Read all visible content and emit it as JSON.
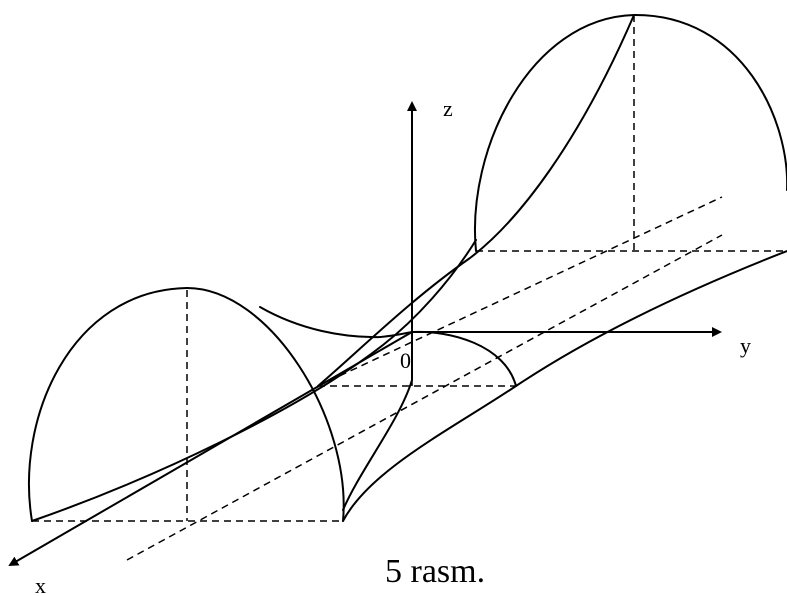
{
  "figure": {
    "axes": {
      "z_label": "z",
      "y_label": "y",
      "x_label": "x",
      "origin_label": "0"
    },
    "caption": "5 rasm."
  }
}
